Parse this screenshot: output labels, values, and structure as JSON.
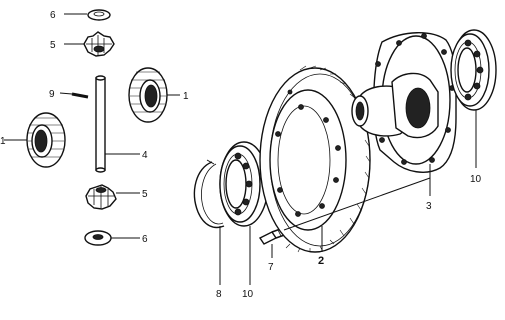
{
  "diagram": {
    "callouts": [
      {
        "id": "washer-top",
        "label": "6"
      },
      {
        "id": "pinion-top",
        "label": "5"
      },
      {
        "id": "pin",
        "label": "9"
      },
      {
        "id": "side-gear-right",
        "label": "1"
      },
      {
        "id": "side-gear-left",
        "label": "1"
      },
      {
        "id": "shaft",
        "label": "4"
      },
      {
        "id": "pinion-bottom",
        "label": "5"
      },
      {
        "id": "washer-bottom",
        "label": "6"
      },
      {
        "id": "snap-ring",
        "label": "8"
      },
      {
        "id": "bearing-left",
        "label": "10"
      },
      {
        "id": "bolt",
        "label": "7"
      },
      {
        "id": "ring-gear",
        "label": "2"
      },
      {
        "id": "diff-case",
        "label": "3"
      },
      {
        "id": "bearing-right",
        "label": "10"
      }
    ]
  }
}
